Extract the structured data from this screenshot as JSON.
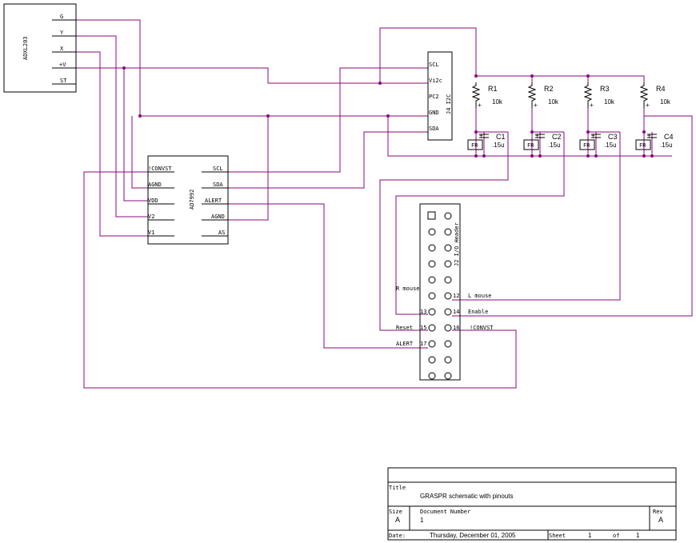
{
  "components": {
    "accel": {
      "ref": "ADXL203",
      "pins": [
        "G",
        "Y",
        "X",
        "+V",
        "ST"
      ]
    },
    "adc": {
      "ref": "AD7992",
      "pins_left": [
        "!CONVST",
        "AGND",
        "VDD",
        "V2",
        "V1"
      ],
      "pins_right": [
        "SCL",
        "SDA",
        "ALERT",
        "AGND",
        "AS"
      ]
    },
    "i2c": {
      "ref": "J4 I2C",
      "pins": [
        "SCL",
        "Vi2c",
        "PC2",
        "GND",
        "SDA"
      ]
    },
    "header": {
      "ref": "J2 I/O Header",
      "left_labels": [
        "R mouse",
        "13",
        "Reset",
        "15",
        "ALERT",
        "17"
      ],
      "right_labels": [
        "12",
        "L mouse",
        "14",
        "Enable",
        "16",
        "!CONVST"
      ]
    },
    "resistors": [
      {
        "ref": "R1",
        "value": "10k"
      },
      {
        "ref": "R2",
        "value": "10k"
      },
      {
        "ref": "R3",
        "value": "10k"
      },
      {
        "ref": "R4",
        "value": "10k"
      }
    ],
    "capacitors": [
      {
        "ref": "C1",
        "value": ".15u"
      },
      {
        "ref": "C2",
        "value": ".15u"
      },
      {
        "ref": "C3",
        "value": ".15u"
      },
      {
        "ref": "C4",
        "value": ".15u"
      }
    ],
    "fsr_label": "FR",
    "plus_sign": "+"
  },
  "title_block": {
    "title_label": "Title",
    "title": "GRASPR schematic with pinouts",
    "size_label": "Size",
    "size": "A",
    "docnum_label": "Document Number",
    "docnum": "1",
    "rev_label": "Rev",
    "rev": "A",
    "date_label": "Date:",
    "date": "Thursday, December 01, 2005",
    "sheet_label": "Sheet",
    "sheet": "1",
    "of_label": "of",
    "of": "1"
  },
  "colors": {
    "wire": "#8a0a7a",
    "component": "#000000"
  }
}
